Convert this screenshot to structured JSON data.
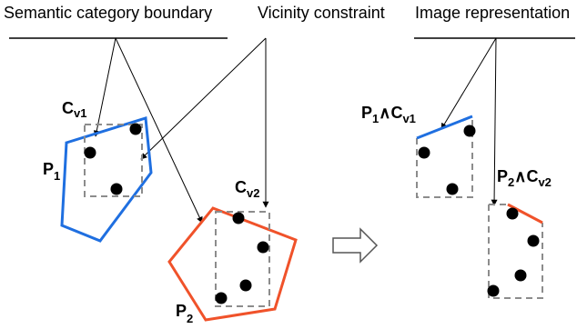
{
  "headers": {
    "semantic": "Semantic category boundary",
    "vicinity": "Vicinity constraint",
    "image_rep": "Image representation"
  },
  "labels": {
    "cv1_main": "C",
    "cv1_sub": "v1",
    "cv2_main": "C",
    "cv2_sub": "v2",
    "p1_main": "P",
    "p1_sub": "1",
    "p2_main": "P",
    "p2_sub": "2",
    "p1cv1_main1": "P",
    "p1cv1_sub1": "1",
    "p1cv1_op": "∧",
    "p1cv1_main2": "C",
    "p1cv1_sub2": "v1",
    "p2cv2_main1": "P",
    "p2cv2_sub1": "2",
    "p2cv2_op": "∧",
    "p2cv2_main2": "C",
    "p2cv2_sub2": "v2"
  },
  "colors": {
    "p1": "#1f6fe0",
    "p2": "#f0522a",
    "dashed": "#8c8c8c",
    "line": "#000000"
  }
}
